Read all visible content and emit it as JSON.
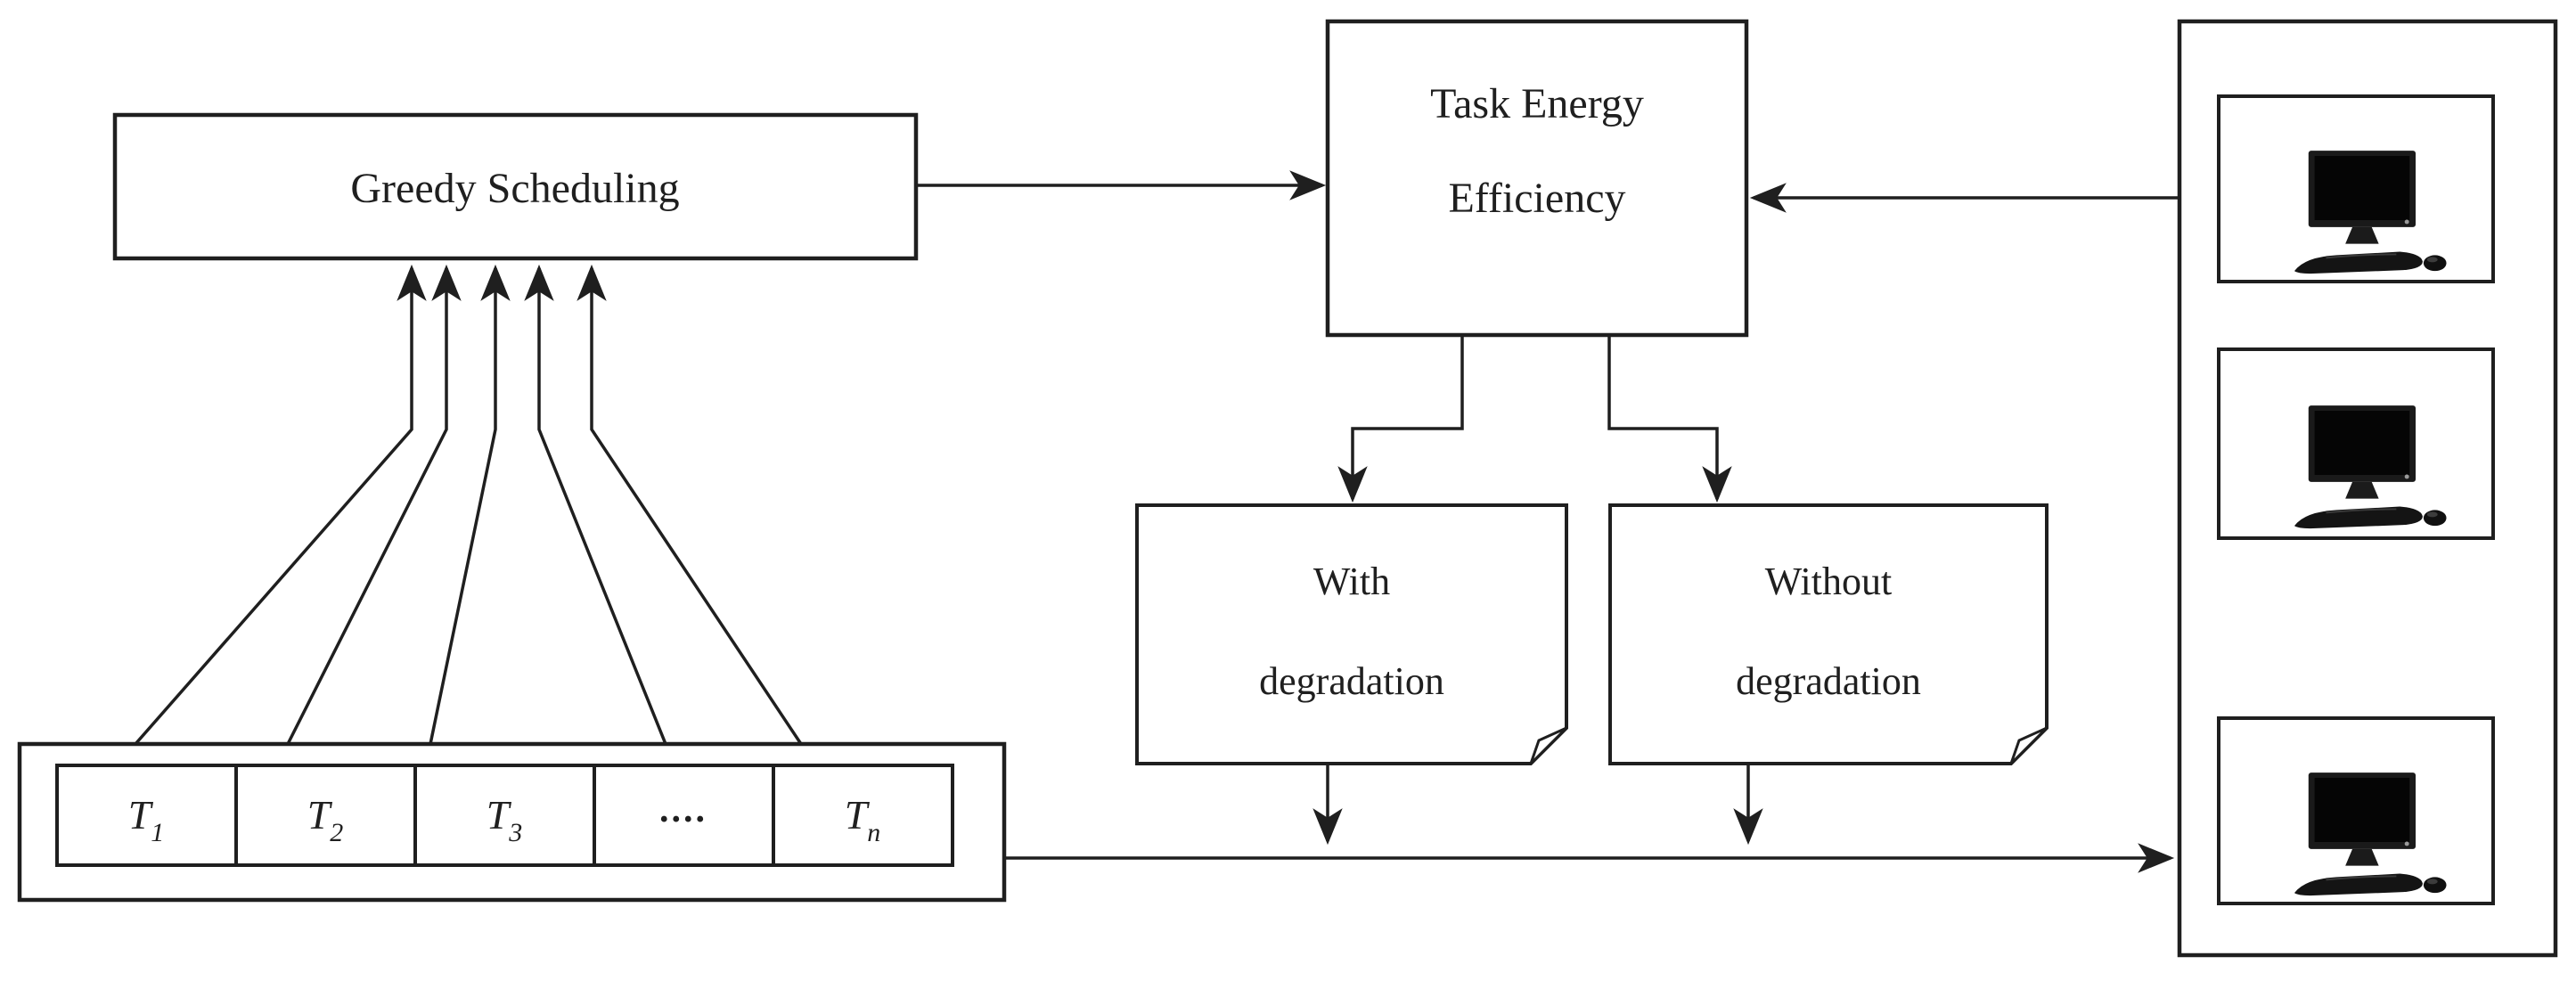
{
  "figure": {
    "colors": {
      "ink": "#1f1f1f",
      "paper": "#ffffff"
    },
    "greedy_box": {
      "label": "Greedy Scheduling"
    },
    "task_energy_box": {
      "line1": "Task Energy",
      "line2": "Efficiency"
    },
    "with_degradation_note": {
      "line1": "With",
      "line2": "degradation"
    },
    "without_degradation_note": {
      "line1": "Without",
      "line2": "degradation"
    },
    "task_queue": {
      "cells": [
        {
          "base": "T",
          "sub": "1"
        },
        {
          "base": "T",
          "sub": "2"
        },
        {
          "base": "T",
          "sub": "3"
        },
        {
          "base": "....",
          "sub": ""
        },
        {
          "base": "T",
          "sub": "n"
        }
      ]
    },
    "server_panel": {
      "servers": [
        {
          "icon": "computer-icon"
        },
        {
          "icon": "computer-icon"
        },
        {
          "icon": "computer-icon"
        }
      ]
    }
  }
}
